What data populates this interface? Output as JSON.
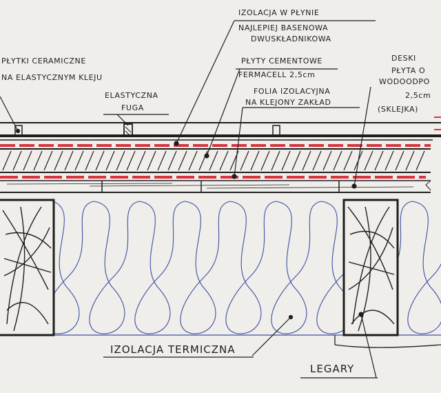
{
  "labels": {
    "tiles_line1": "PŁYTKI CERAMICZNE",
    "tiles_line2": "NA ELASTYCZNYM KLEJU",
    "flex_line1": "ELASTYCZNA",
    "flex_line2": "FUGA",
    "iso_line1": "IZOLACJA W PŁYNIE",
    "iso_line2": "NAJLEPIEJ BASENOWA",
    "iso_line3": "DWUSKŁADNIKOWA",
    "cement_line1": "PŁYTY CEMENTOWE",
    "cement_line2": "FERMACELL 2,5cm",
    "foil_line1": "FOLIA IZOLACYJNA",
    "foil_line2": "NA KLEJONY ZAKŁAD",
    "boards_line1": "DESKI",
    "boards_line2": "PŁYTA O",
    "boards_line3": "WODOODPO",
    "boards_line4": "2,5cm",
    "boards_line5": "(SKLEJKA)",
    "thermal": "IZOLACJA TERMICZNA",
    "joists": "LEGARY"
  },
  "colors": {
    "ink": "#1e1d1c",
    "paper": "#efeeea",
    "red_membrane": "#d8343f",
    "insulation_blue": "#3f4fa3"
  }
}
